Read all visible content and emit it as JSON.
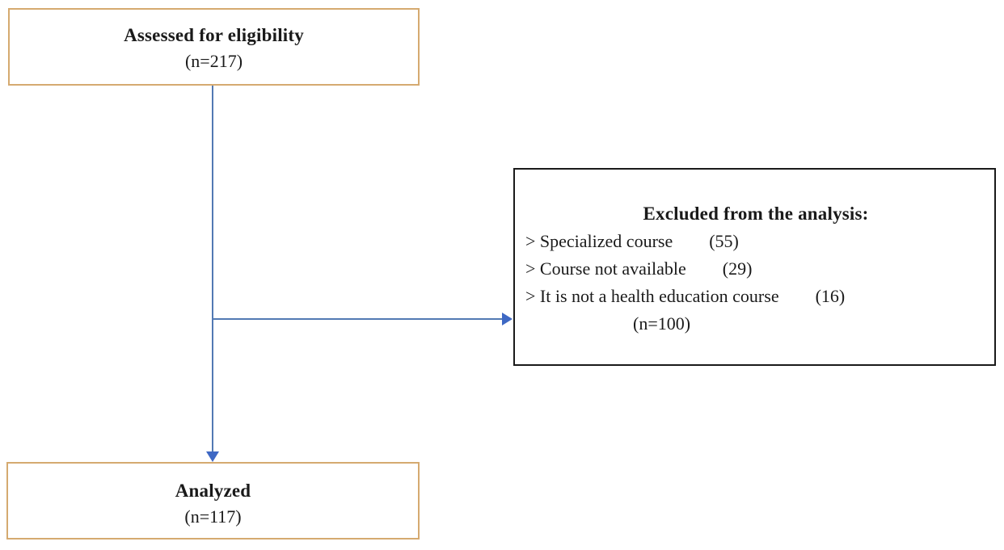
{
  "diagram": {
    "type": "study-flow-diagram",
    "boxes": {
      "eligibility": {
        "title": "Assessed for eligibility",
        "count": "(n=217)"
      },
      "excluded": {
        "title": "Excluded from the analysis:",
        "items": [
          {
            "label": "> Specialized course",
            "count": "(55)"
          },
          {
            "label": "> Course not available",
            "count": "(29)"
          },
          {
            "label": "> It is not a health education course",
            "count": "(16)"
          }
        ],
        "total": "(n=100)"
      },
      "analyzed": {
        "title": "Analyzed",
        "count": "(n=117)"
      }
    },
    "colors": {
      "accent_box_border": "#d5aa70",
      "excluded_box_border": "#1a1a1a",
      "connector_line": "#5279b3",
      "arrowhead": "#3e68c4",
      "text": "#1a1a1a",
      "background": "#ffffff"
    }
  }
}
